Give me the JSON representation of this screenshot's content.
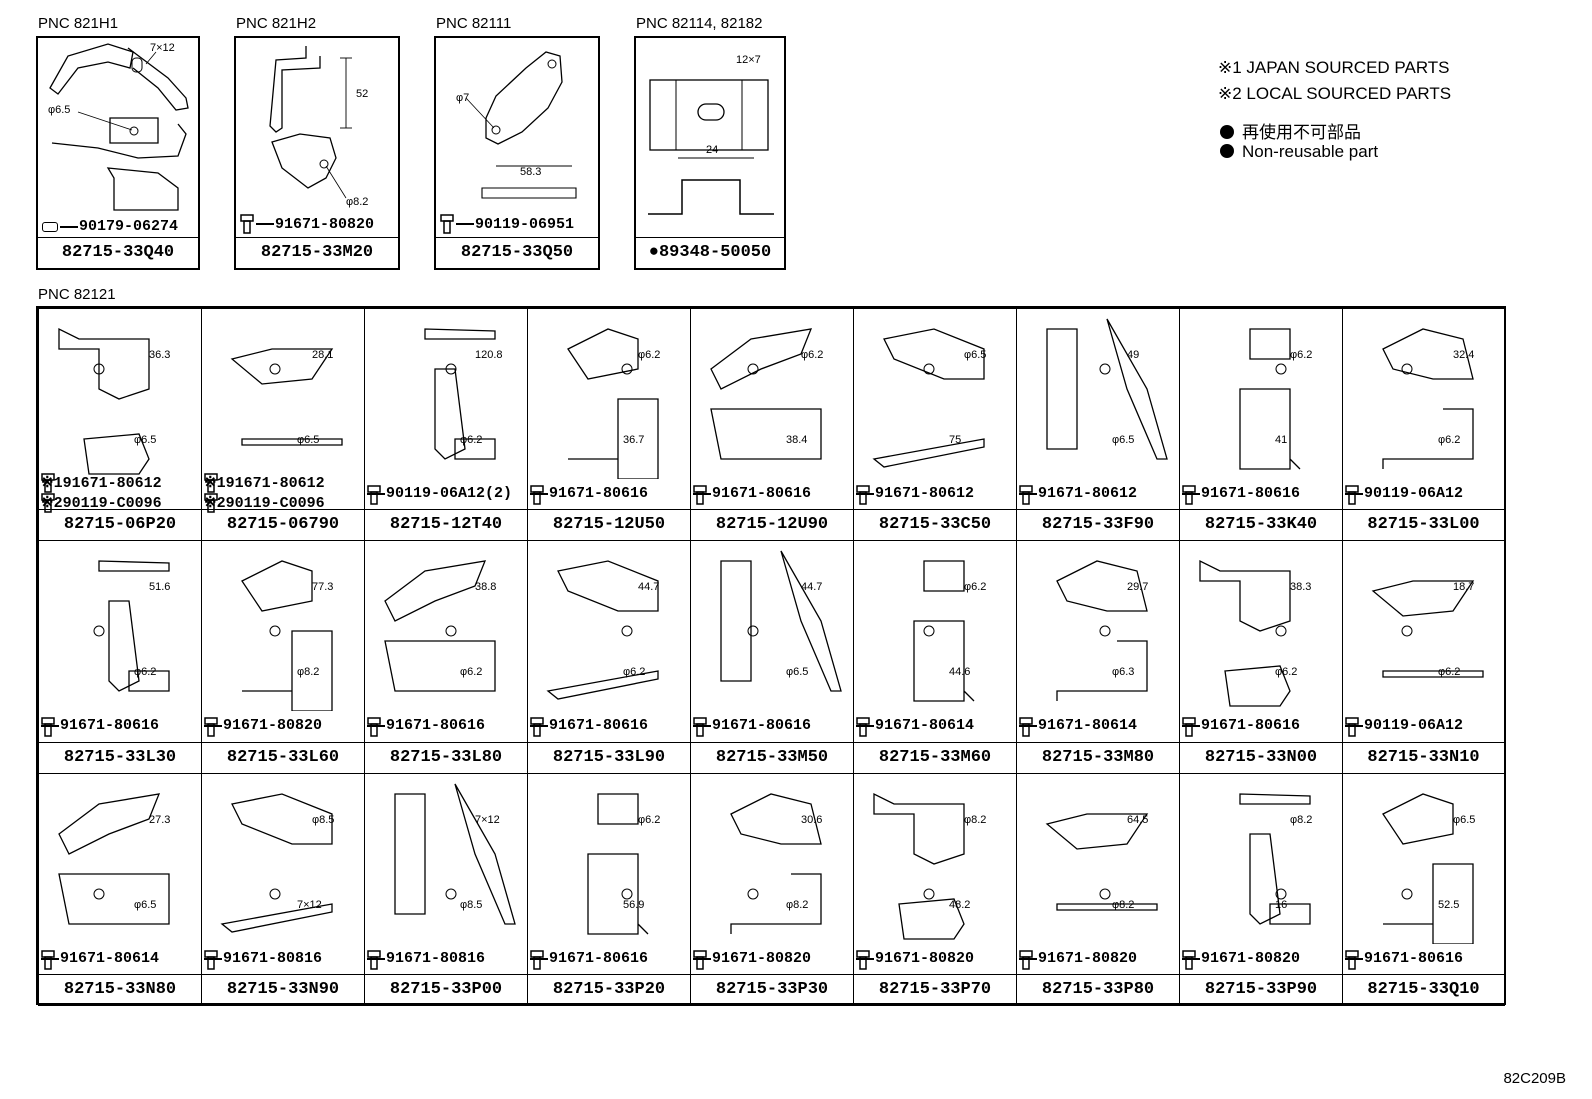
{
  "top_groups": [
    {
      "pnc": "PNC 821H1",
      "fastener": "90179-06274",
      "fastener_type": "nut",
      "part": "82715-33Q40",
      "dims": [
        "7×12",
        "φ6.5"
      ]
    },
    {
      "pnc": "PNC 821H2",
      "fastener": "91671-80820",
      "fastener_type": "bolt",
      "part": "82715-33M20",
      "dims": [
        "52",
        "φ8.2"
      ]
    },
    {
      "pnc": "PNC 82111",
      "fastener": "90119-06951",
      "fastener_type": "bolt",
      "part": "82715-33Q50",
      "dims": [
        "φ7",
        "58.3"
      ]
    },
    {
      "pnc": "PNC 82114, 82182",
      "fastener": "",
      "fastener_type": "",
      "part": "●89348-50050",
      "dims": [
        "12×7",
        "24"
      ]
    }
  ],
  "legend": {
    "note1": "※1 JAPAN SOURCED PARTS",
    "note2": "※2 LOCAL SOURCED PARTS",
    "reuse_jp": "再使用不可部品",
    "reuse_en": "Non-reusable part"
  },
  "pnc_main": "PNC 82121",
  "rows": [
    [
      {
        "fastener": "※191671-80612",
        "fastener2": "※290119-C0096",
        "part": "82715-06P20",
        "dims": [
          "36.3",
          "φ6.5"
        ]
      },
      {
        "fastener": "※191671-80612",
        "fastener2": "※290119-C0096",
        "part": "82715-06790",
        "dims": [
          "28.1",
          "φ6.5"
        ]
      },
      {
        "fastener": "90119-06A12(2)",
        "part": "82715-12T40",
        "dims": [
          "120.8",
          "φ6.2"
        ]
      },
      {
        "fastener": "91671-80616",
        "part": "82715-12U50",
        "dims": [
          "φ6.2",
          "36.7"
        ]
      },
      {
        "fastener": "91671-80616",
        "part": "82715-12U90",
        "dims": [
          "φ6.2",
          "38.4"
        ]
      },
      {
        "fastener": "91671-80612",
        "part": "82715-33C50",
        "dims": [
          "φ6.5",
          "75"
        ]
      },
      {
        "fastener": "91671-80612",
        "part": "82715-33F90",
        "dims": [
          "49",
          "φ6.5"
        ]
      },
      {
        "fastener": "91671-80616",
        "part": "82715-33K40",
        "dims": [
          "φ6.2",
          "41"
        ]
      },
      {
        "fastener": "90119-06A12",
        "part": "82715-33L00",
        "dims": [
          "32.4",
          "φ6.2"
        ]
      }
    ],
    [
      {
        "fastener": "91671-80616",
        "part": "82715-33L30",
        "dims": [
          "51.6",
          "φ6.2"
        ]
      },
      {
        "fastener": "91671-80820",
        "part": "82715-33L60",
        "dims": [
          "77.3",
          "φ8.2"
        ]
      },
      {
        "fastener": "91671-80616",
        "part": "82715-33L80",
        "dims": [
          "38.8",
          "φ6.2"
        ]
      },
      {
        "fastener": "91671-80616",
        "part": "82715-33L90",
        "dims": [
          "44.7",
          "φ6.2"
        ]
      },
      {
        "fastener": "91671-80616",
        "part": "82715-33M50",
        "dims": [
          "44.7",
          "φ6.5"
        ]
      },
      {
        "fastener": "91671-80614",
        "part": "82715-33M60",
        "dims": [
          "φ6.2",
          "44.6"
        ]
      },
      {
        "fastener": "91671-80614",
        "part": "82715-33M80",
        "dims": [
          "29.7",
          "φ6.3"
        ]
      },
      {
        "fastener": "91671-80616",
        "part": "82715-33N00",
        "dims": [
          "38.3",
          "φ6.2"
        ]
      },
      {
        "fastener": "90119-06A12",
        "part": "82715-33N10",
        "dims": [
          "18.7",
          "φ6.2"
        ]
      }
    ],
    [
      {
        "fastener": "91671-80614",
        "part": "82715-33N80",
        "dims": [
          "27.3",
          "φ6.5"
        ]
      },
      {
        "fastener": "91671-80816",
        "part": "82715-33N90",
        "dims": [
          "φ8.5",
          "7×12"
        ]
      },
      {
        "fastener": "91671-80816",
        "part": "82715-33P00",
        "dims": [
          "7×12",
          "φ8.5"
        ]
      },
      {
        "fastener": "91671-80616",
        "part": "82715-33P20",
        "dims": [
          "φ6.2",
          "56.9"
        ]
      },
      {
        "fastener": "91671-80820",
        "part": "82715-33P30",
        "dims": [
          "30.6",
          "φ8.2"
        ]
      },
      {
        "fastener": "91671-80820",
        "part": "82715-33P70",
        "dims": [
          "φ8.2",
          "48.2"
        ]
      },
      {
        "fastener": "91671-80820",
        "part": "82715-33P80",
        "dims": [
          "64.5",
          "φ8.2"
        ]
      },
      {
        "fastener": "91671-80820",
        "part": "82715-33P90",
        "dims": [
          "φ8.2",
          "16"
        ]
      },
      {
        "fastener": "91671-80616",
        "part": "82715-33Q10",
        "dims": [
          "φ6.5",
          "52.5"
        ]
      }
    ]
  ],
  "diagram_code": "82C209B"
}
